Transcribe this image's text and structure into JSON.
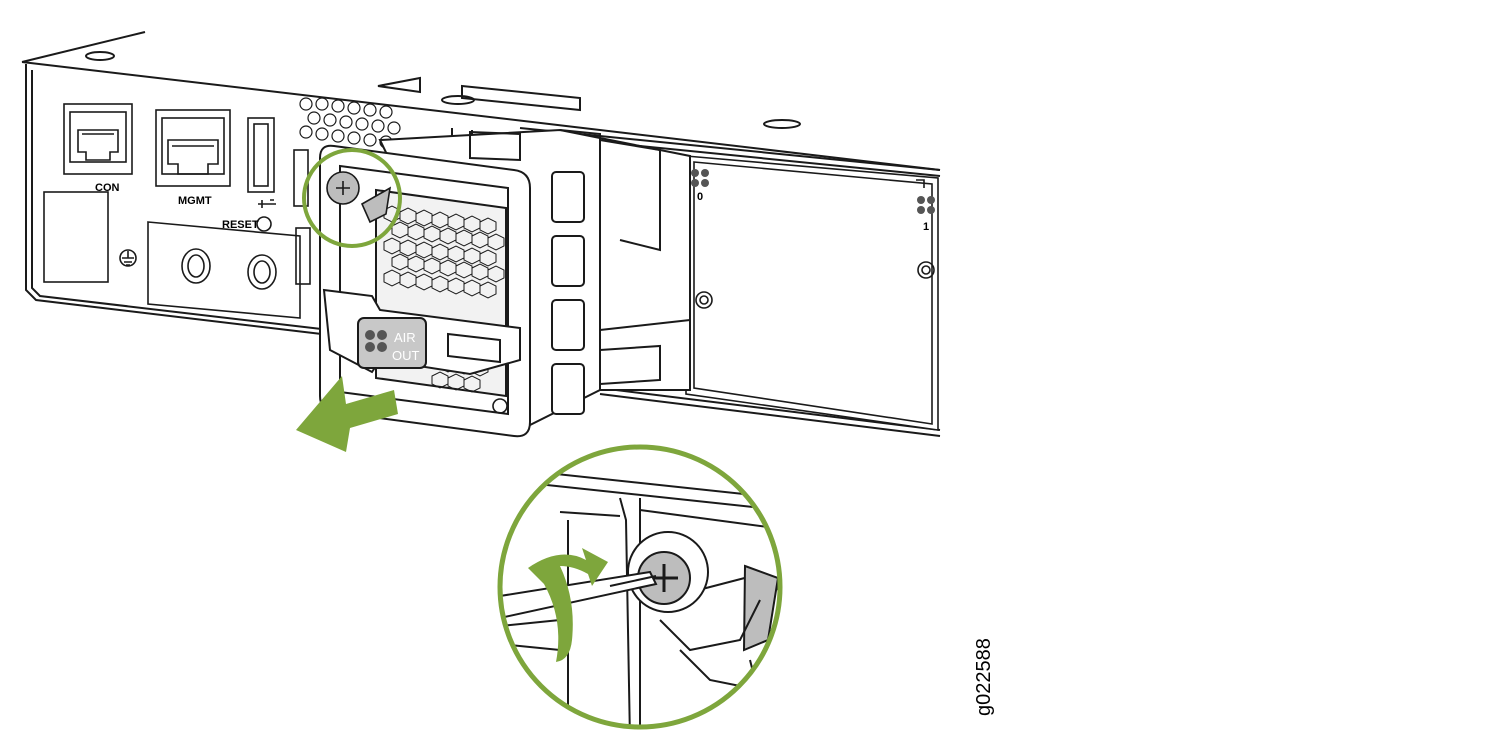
{
  "ports": {
    "con": "CON",
    "mgmt": "MGMT",
    "reset": "RESET"
  },
  "fan_slots": {
    "slot0": "0",
    "slot1": "1"
  },
  "fan_module": {
    "air_label_1": "AIR",
    "air_label_2": "OUT"
  },
  "figure_id": "g022588",
  "colors": {
    "accent_green": "#7ea63c",
    "outline": "#1a1a1a",
    "panel_gray": "#d9d9d9",
    "screw_gray": "#bdbdbd"
  },
  "icons": [
    "fan-icon",
    "usb-icon",
    "ground-icon",
    "reset-button",
    "screw-icon",
    "screwdriver",
    "rotation-arrow",
    "removal-arrow"
  ]
}
